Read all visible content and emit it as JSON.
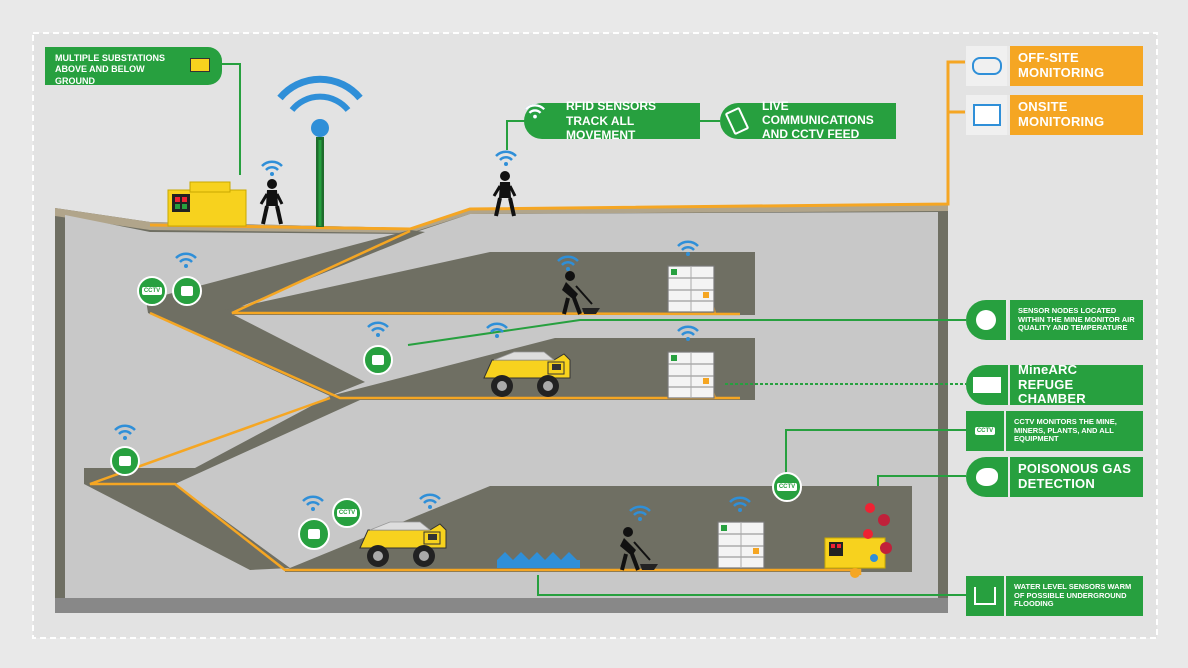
{
  "labels": {
    "substations": "MULTIPLE SUBSTATIONS ABOVE AND BELOW GROUND",
    "rfid": "RFID SENSORS TRACK ALL MOVEMENT",
    "live_comms": "LIVE COMMUNICATIONS AND CCTV FEED",
    "offsite": "OFF-SITE MONITORING",
    "onsite": "ONSITE MONITORING",
    "sensor_nodes": "SENSOR NODES LOCATED WITHIN THE MINE MONITOR AIR QUALITY AND TEMPERATURE",
    "refuge_line1": "MineARC",
    "refuge_line2": "REFUGE CHAMBER",
    "cctv_monitors": "CCTV MONITORS THE MINE, MINERS, PLANTS, AND ALL EQUIPMENT",
    "gas": "POISONOUS GAS DETECTION",
    "water": "WATER LEVEL SENSORS WARM OF POSSIBLE UNDERGROUND FLOODING",
    "cctv_chip": "CCTV"
  },
  "icons": [
    "cloud-wifi-icon",
    "monitor-screen-icon",
    "wifi-icon",
    "phone-icon",
    "sensor-node-icon",
    "refuge-chamber-icon",
    "cctv-camera-icon",
    "gas-cloud-icon",
    "water-level-icon",
    "wifi-tower-icon",
    "miner-icon",
    "dump-truck-icon",
    "substation-icon"
  ],
  "colors": {
    "green": "#27a03f",
    "orange": "#f5a623",
    "yellow": "#f7d21e",
    "wifi": "#2f8fd8",
    "rock": "#6f6f63",
    "ground": "#b1a58b",
    "cavity": "#c8c8c8"
  }
}
